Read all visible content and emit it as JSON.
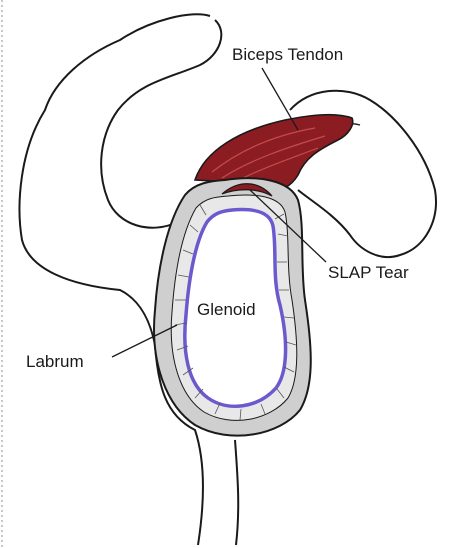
{
  "labels": {
    "biceps_tendon": "Biceps Tendon",
    "slap_tear": "SLAP Tear",
    "glenoid": "Glenoid",
    "labrum": "Labrum"
  },
  "colors": {
    "outline": "#1a1a1a",
    "tendon": "#8b1d22",
    "tendon_highlight": "#c64a4a",
    "labrum_fill": "#cfcfcf",
    "glenoid_rim": "#6a5acd",
    "bone_fill": "#ffffff",
    "dotted_border": "#b5b5b5"
  }
}
